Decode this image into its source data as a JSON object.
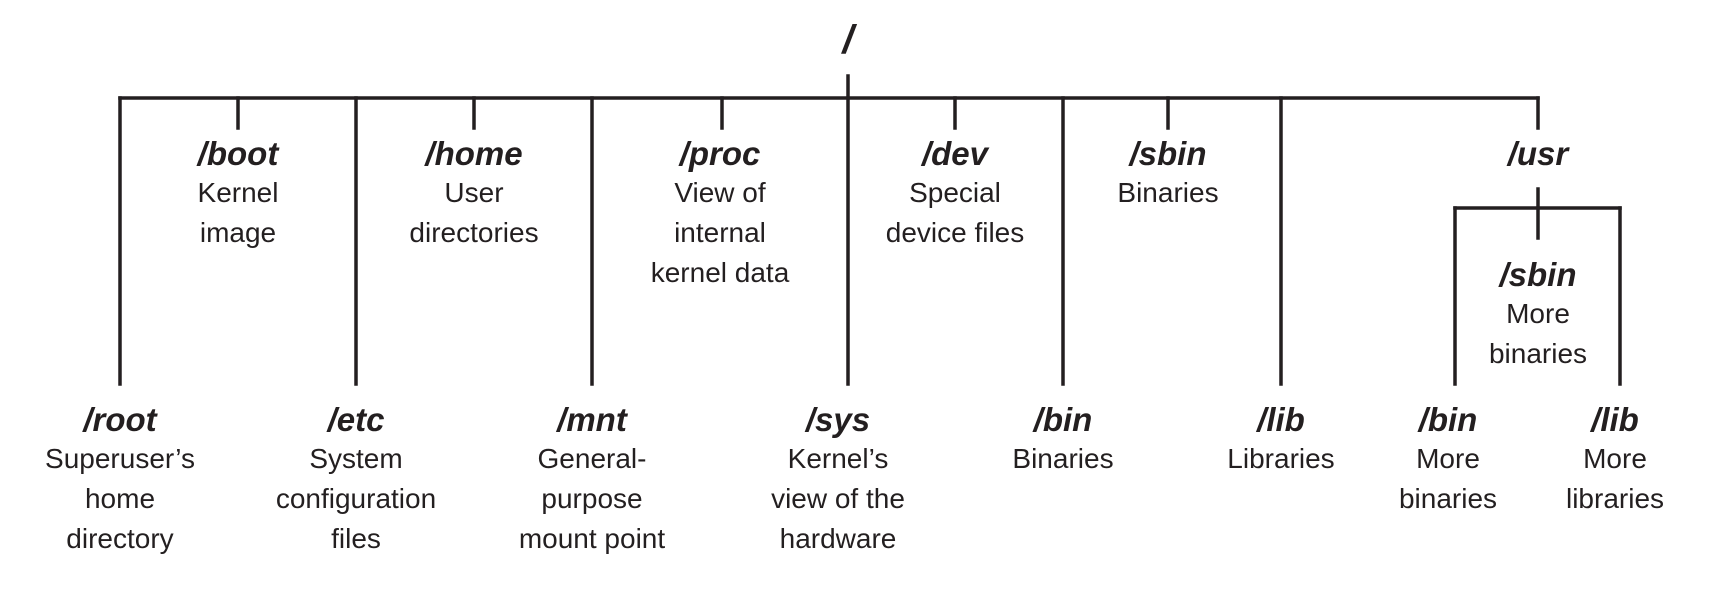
{
  "root": "/",
  "top_dirs": [
    {
      "id": "boot",
      "path": "/boot",
      "desc": [
        "Kernel",
        "image"
      ]
    },
    {
      "id": "home",
      "path": "/home",
      "desc": [
        "User",
        "directories"
      ]
    },
    {
      "id": "proc",
      "path": "/proc",
      "desc": [
        "View of",
        "internal",
        "kernel data"
      ]
    },
    {
      "id": "dev",
      "path": "/dev",
      "desc": [
        "Special",
        "device files"
      ]
    },
    {
      "id": "sbin",
      "path": "/sbin",
      "desc": [
        "Binaries"
      ]
    },
    {
      "id": "usr",
      "path": "/usr",
      "desc": []
    }
  ],
  "bottom_dirs": [
    {
      "id": "root",
      "path": "/root",
      "desc": [
        "Superuser’s",
        "home",
        "directory"
      ]
    },
    {
      "id": "etc",
      "path": "/etc",
      "desc": [
        "System",
        "configuration",
        "files"
      ]
    },
    {
      "id": "mnt",
      "path": "/mnt",
      "desc": [
        "General-",
        "purpose",
        "mount point"
      ]
    },
    {
      "id": "sys",
      "path": "/sys",
      "desc": [
        "Kernel’s",
        "view of the",
        "hardware"
      ]
    },
    {
      "id": "bin",
      "path": "/bin",
      "desc": [
        "Binaries"
      ]
    },
    {
      "id": "lib",
      "path": "/lib",
      "desc": [
        "Libraries"
      ]
    }
  ],
  "usr_children": [
    {
      "id": "usr-sbin",
      "path": "/sbin",
      "desc": [
        "More",
        "binaries"
      ]
    },
    {
      "id": "usr-bin",
      "path": "/bin",
      "desc": [
        "More",
        "binaries"
      ]
    },
    {
      "id": "usr-lib",
      "path": "/lib",
      "desc": [
        "More",
        "libraries"
      ]
    }
  ]
}
